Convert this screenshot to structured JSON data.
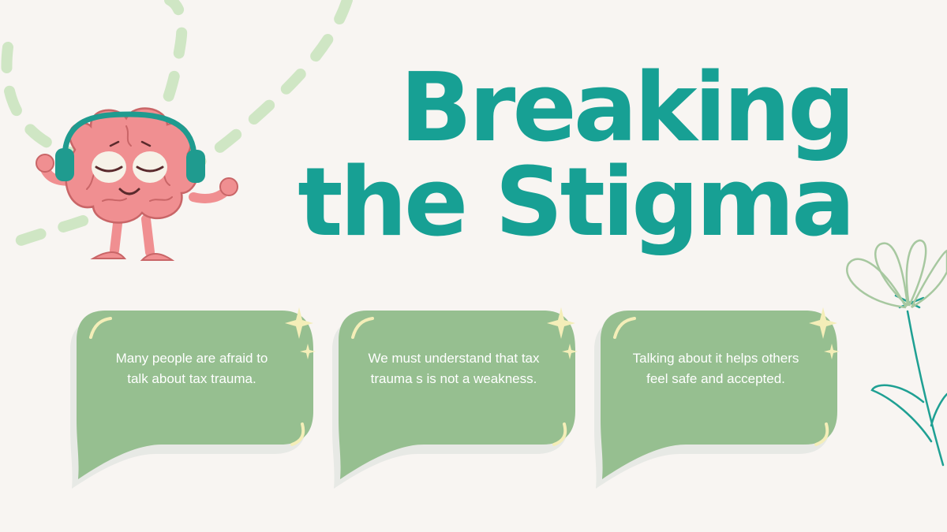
{
  "title": {
    "line1": "Breaking",
    "line2": "the Stigma"
  },
  "cards": [
    {
      "text": "Many people are afraid to talk about tax trauma."
    },
    {
      "text": "We must understand that tax trauma s is not a weakness."
    },
    {
      "text": "Talking about it helps others feel safe and accepted."
    }
  ],
  "colors": {
    "background": "#f8f5f2",
    "title": "#17a094",
    "card": "#96bf90",
    "dashes": "#cfe6c4",
    "brain": "#f08f91",
    "headphones": "#1f9b8f",
    "sparkle": "#f4eeb8"
  },
  "illustrations": [
    "brain-mascot-with-headphones",
    "flower-outline"
  ]
}
